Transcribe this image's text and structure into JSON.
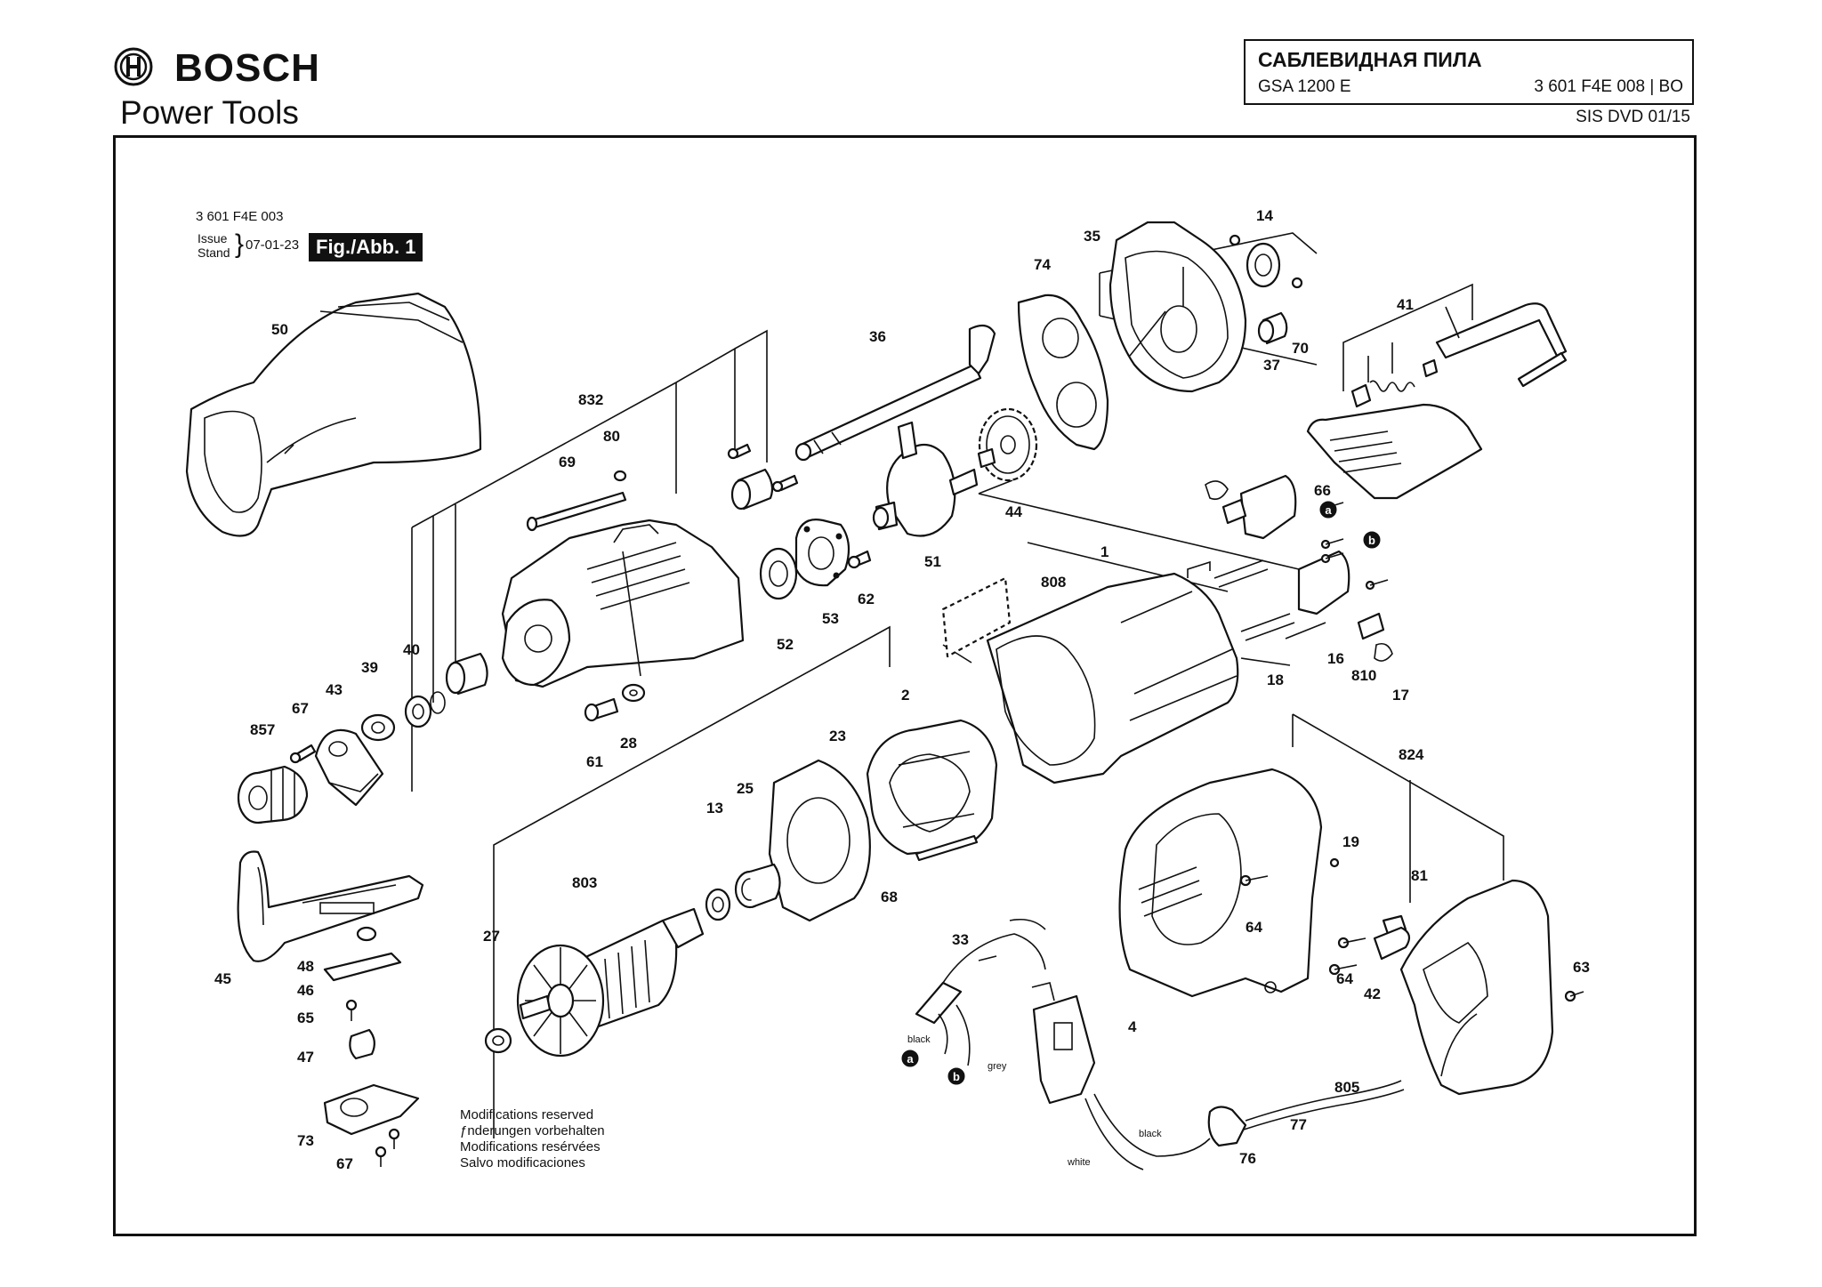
{
  "header": {
    "brand": "BOSCH",
    "subbrand": "Power Tools",
    "title": "САБЛЕВИДНАЯ ПИЛА",
    "model": "GSA 1200 E",
    "part_number": "3 601 F4E 008 | BO",
    "edition": "SIS DVD 01/15"
  },
  "codeblock": {
    "code": "3 601 F4E 003",
    "issue_label": "Issue",
    "stand_label": "Stand",
    "date": "07-01-23",
    "figure_label": "Fig./Abb. 1"
  },
  "notes": [
    "Modifications reserved",
    "ƒnderungen vorbehalten",
    "Modifications resérvées",
    "Salvo modificaciones"
  ],
  "wire_labels": [
    "black",
    "grey",
    "black",
    "white"
  ],
  "markers": [
    "a",
    "b"
  ],
  "part_labels": [
    "50",
    "832",
    "69",
    "80",
    "36",
    "74",
    "35",
    "14",
    "37",
    "70",
    "41",
    "44",
    "51",
    "52",
    "53",
    "62",
    "808",
    "1",
    "66",
    "18",
    "16",
    "810",
    "17",
    "2",
    "23",
    "25",
    "13",
    "803",
    "27",
    "68",
    "40",
    "39",
    "43",
    "67",
    "857",
    "28",
    "61",
    "45",
    "48",
    "46",
    "65",
    "47",
    "73",
    "67",
    "824",
    "19",
    "81",
    "64",
    "64",
    "42",
    "63",
    "33",
    "4",
    "805",
    "77",
    "76"
  ]
}
